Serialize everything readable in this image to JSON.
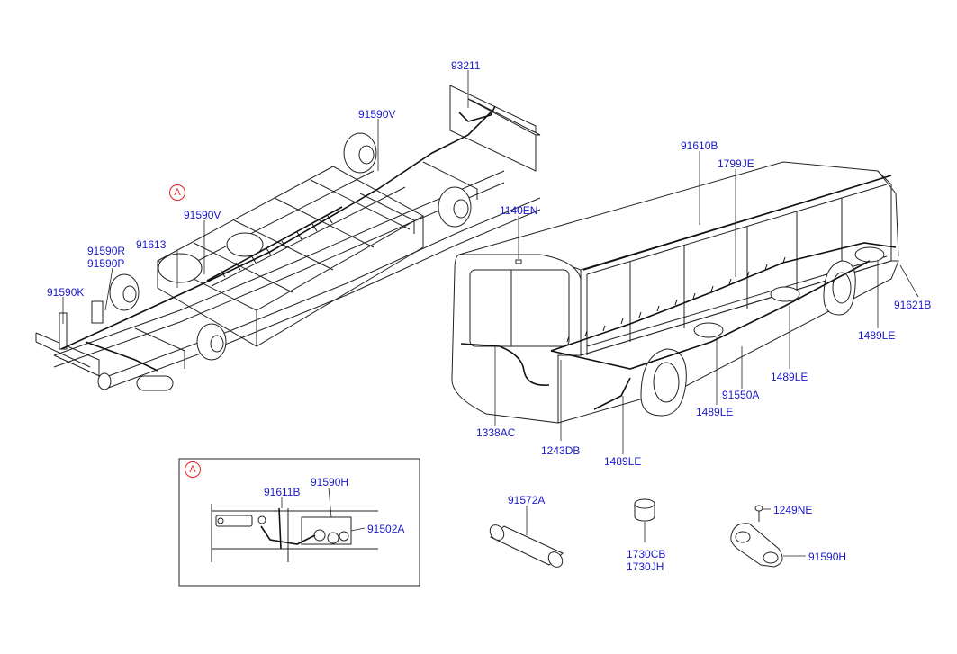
{
  "diagram": {
    "callouts": {
      "frame": "A",
      "detail": "A"
    },
    "labels": {
      "p93211": "93211",
      "p91590V_top": "91590V",
      "p91590V_mid": "91590V",
      "p91613": "91613",
      "p91590R": "91590R",
      "p91590P": "91590P",
      "p91590K": "91590K",
      "p91610B": "91610B",
      "p1799JE": "1799JE",
      "p1140EN": "1140EN",
      "p91621B": "91621B",
      "p1489LE_right": "1489LE",
      "p1489LE_mid": "1489LE",
      "p91550A": "91550A",
      "p1489LE_low": "1489LE",
      "p1338AC": "1338AC",
      "p1243DB": "1243DB",
      "p1489LE_bottom": "1489LE",
      "p91611B": "91611B",
      "p91590H_detail": "91590H",
      "p91502A": "91502A",
      "p91572A": "91572A",
      "p1730CB": "1730CB",
      "p1730JH": "1730JH",
      "p1249NE": "1249NE",
      "p91590H_clip": "91590H"
    }
  }
}
